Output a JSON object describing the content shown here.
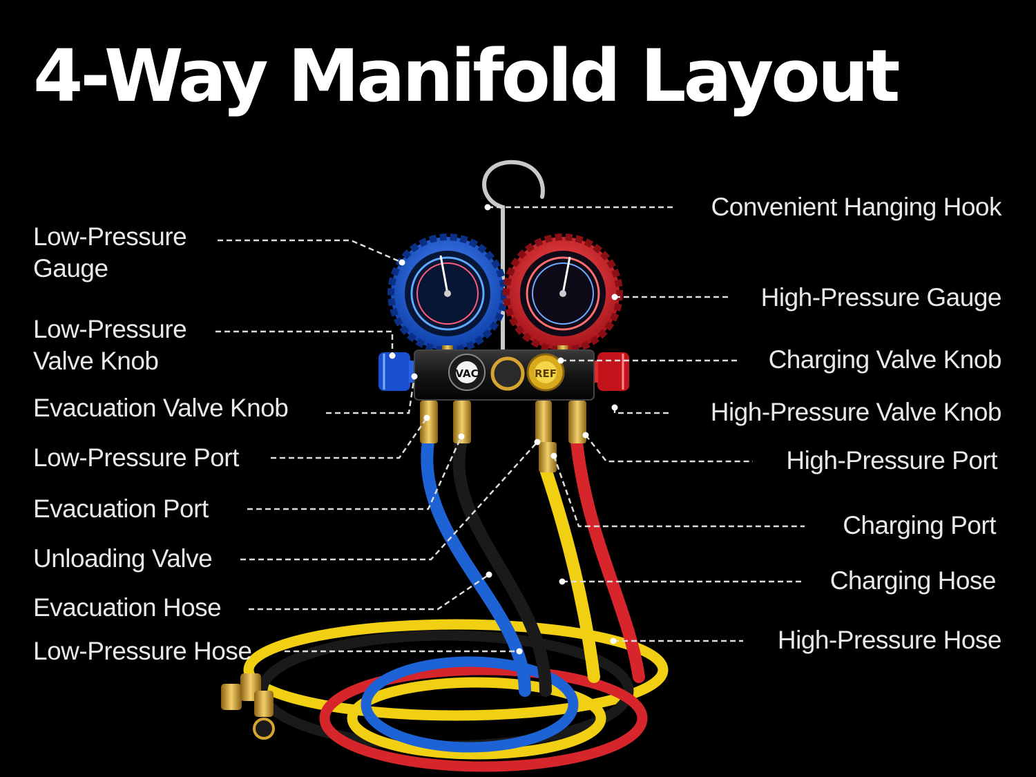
{
  "title": "4-Way Manifold Layout",
  "labels_left": [
    {
      "id": "low-pressure-gauge",
      "lines": [
        "Low-Pressure",
        "Gauge"
      ]
    },
    {
      "id": "low-pressure-valve-knob",
      "lines": [
        "Low-Pressure",
        "Valve Knob"
      ]
    },
    {
      "id": "evacuation-valve-knob",
      "lines": [
        "Evacuation Valve Knob"
      ]
    },
    {
      "id": "low-pressure-port",
      "lines": [
        "Low-Pressure Port"
      ]
    },
    {
      "id": "evacuation-port",
      "lines": [
        "Evacuation Port"
      ]
    },
    {
      "id": "unloading-valve",
      "lines": [
        "Unloading Valve"
      ]
    },
    {
      "id": "evacuation-hose",
      "lines": [
        "Evacuation Hose"
      ]
    },
    {
      "id": "low-pressure-hose",
      "lines": [
        "Low-Pressure Hose"
      ]
    }
  ],
  "labels_right": [
    {
      "id": "hanging-hook",
      "lines": [
        "Convenient Hanging Hook"
      ]
    },
    {
      "id": "high-pressure-gauge",
      "lines": [
        "High-Pressure Gauge"
      ]
    },
    {
      "id": "charging-valve-knob",
      "lines": [
        "Charging Valve Knob"
      ]
    },
    {
      "id": "high-pressure-valve-knob",
      "lines": [
        "High-Pressure Valve Knob"
      ]
    },
    {
      "id": "high-pressure-port",
      "lines": [
        "High-Pressure Port"
      ]
    },
    {
      "id": "charging-port",
      "lines": [
        "Charging Port"
      ]
    },
    {
      "id": "charging-hose",
      "lines": [
        "Charging Hose"
      ]
    },
    {
      "id": "high-pressure-hose",
      "lines": [
        "High-Pressure Hose"
      ]
    }
  ],
  "knob_text": {
    "vac": "VAC",
    "ref": "REF"
  },
  "colors": {
    "background": "#000000",
    "text": "#ffffff",
    "low_side": "#1e63d6",
    "high_side": "#d7262b",
    "charging": "#f1cf13",
    "evacuation": "#1a1a1a",
    "brass": "#d6a431",
    "leader": "#dddddd"
  }
}
